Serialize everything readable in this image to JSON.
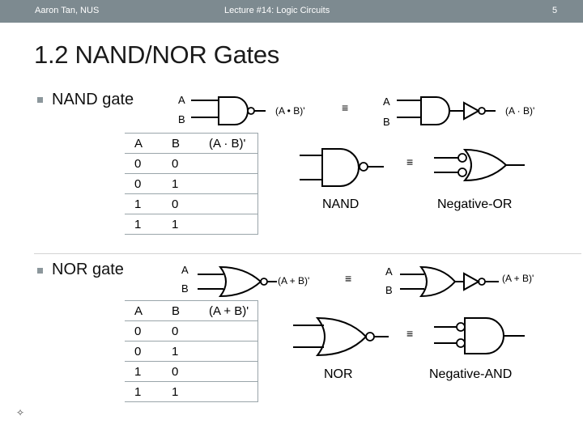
{
  "header": {
    "author": "Aaron Tan, NUS",
    "lecture": "Lecture #14: Logic Circuits",
    "page_number": "5",
    "bar_color": "#7d8a90"
  },
  "title": "1.2 NAND/NOR Gates",
  "nand_section": {
    "bullet": "NAND gate",
    "input_a": "A",
    "input_b": "B",
    "output": "(A • B)'",
    "equiv_symbol": "≡",
    "equiv_input_a": "A",
    "equiv_input_b": "B",
    "equiv_output": "(A · B)'",
    "table": {
      "headers": [
        "A",
        "B",
        "(A · B)'"
      ],
      "rows": [
        [
          "0",
          "0",
          ""
        ],
        [
          "0",
          "1",
          ""
        ],
        [
          "1",
          "0",
          ""
        ],
        [
          "1",
          "1",
          ""
        ]
      ]
    },
    "diagram_equiv_symbol": "≡",
    "caption_left": "NAND",
    "caption_right": "Negative-OR"
  },
  "nor_section": {
    "bullet": "NOR gate",
    "input_a": "A",
    "input_b": "B",
    "output": "(A + B)'",
    "equiv_symbol": "≡",
    "equiv_input_a": "A",
    "equiv_input_b": "B",
    "equiv_output": "(A + B)'",
    "table": {
      "headers": [
        "A",
        "B",
        "(A + B)'"
      ],
      "rows": [
        [
          "0",
          "0",
          ""
        ],
        [
          "0",
          "1",
          ""
        ],
        [
          "1",
          "0",
          ""
        ],
        [
          "1",
          "1",
          ""
        ]
      ]
    },
    "diagram_equiv_symbol": "≡",
    "caption_left": "NOR",
    "caption_right": "Negative-AND"
  },
  "corner_icon": "crosshair-icon"
}
